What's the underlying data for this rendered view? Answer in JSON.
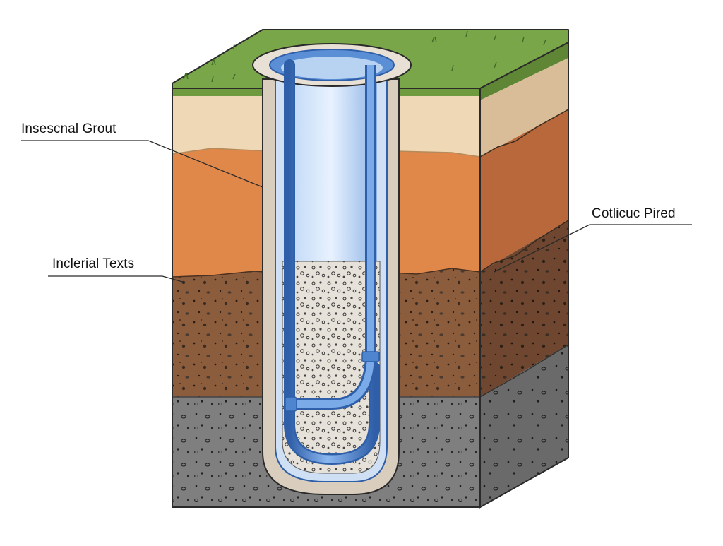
{
  "labels": {
    "top_left": "Insescnal Grout",
    "mid_left": "Inclerial Texts",
    "right": "Cotlicuc Pired"
  },
  "layers": [
    {
      "name": "topsoil",
      "color": "#6f9a3f"
    },
    {
      "name": "sand",
      "color": "#efd8b6"
    },
    {
      "name": "clay",
      "color": "#e0884a"
    },
    {
      "name": "gravel-soil",
      "color": "#8a5a3a"
    },
    {
      "name": "bedrock",
      "color": "#808080"
    }
  ],
  "colors": {
    "pipe": "#5a8fd6",
    "pipe_dark": "#2f5fa8",
    "grout": "#d9cdbd",
    "fill": "#d8d8d8",
    "outline": "#2a2a2a"
  }
}
